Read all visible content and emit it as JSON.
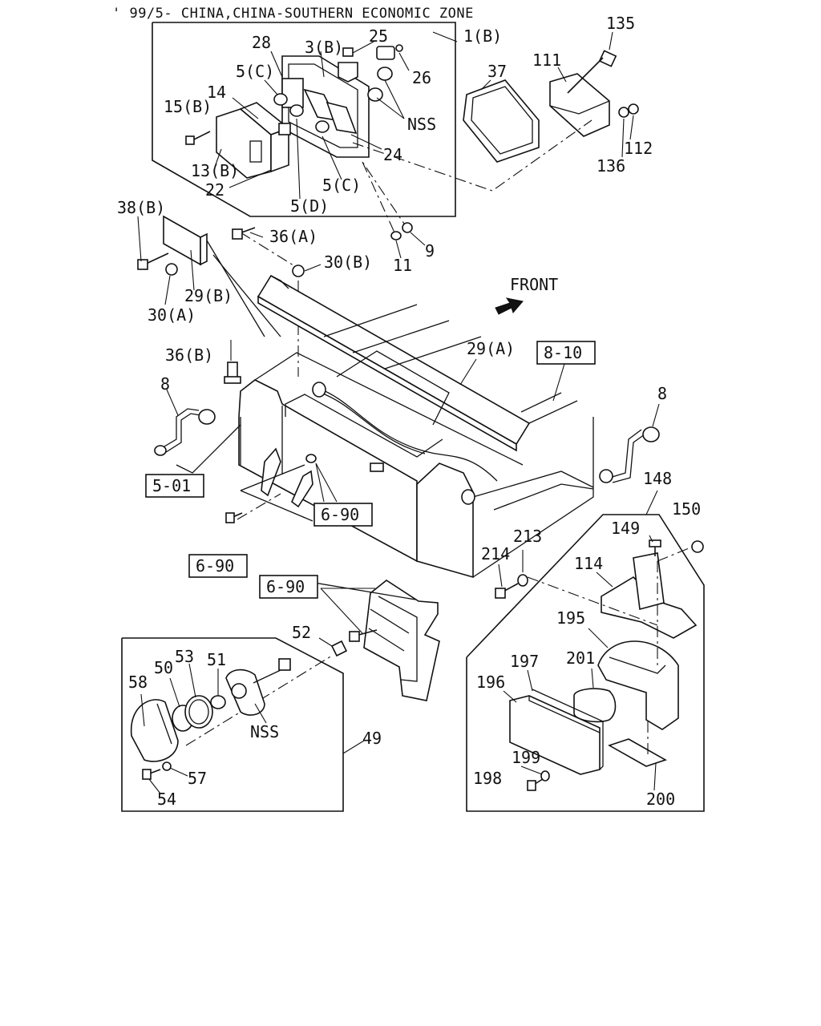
{
  "title": "' 99/5- CHINA,CHINA-SOUTHERN ECONOMIC ZONE",
  "direction_label": "FRONT",
  "part_labels": {
    "p135": "135",
    "p1b": "1(B)",
    "p28": "28",
    "p25": "25",
    "p3b": "3(B)",
    "p26": "26",
    "p5c_a": "5(C)",
    "p14": "14",
    "p15b": "15(B)",
    "nss_top": "NSS",
    "p24": "24",
    "p13b": "13(B)",
    "p22": "22",
    "p5c_b": "5(C)",
    "p5d": "5(D)",
    "p37": "37",
    "p111": "111",
    "p112": "112",
    "p136": "136",
    "p38b": "38(B)",
    "p36a": "36(A)",
    "p30b": "30(B)",
    "p29b": "29(B)",
    "p30a": "30(A)",
    "p11": "11",
    "p9": "9",
    "p29a": "29(A)",
    "p36b": "36(B)",
    "p8_left": "8",
    "p8_right": "8",
    "p148": "148",
    "p150": "150",
    "p149": "149",
    "p213": "213",
    "p214": "214",
    "p114": "114",
    "p195": "195",
    "p52": "52",
    "p53": "53",
    "p51": "51",
    "p58": "58",
    "p50": "50",
    "nss_bottom": "NSS",
    "p57": "57",
    "p54": "54",
    "p49": "49",
    "p197": "197",
    "p201": "201",
    "p196": "196",
    "p199": "199",
    "p198": "198",
    "p200": "200"
  },
  "ref_boxes": {
    "r810": "8-10",
    "r501": "5-01",
    "r690_a": "6-90",
    "r690_b": "6-90",
    "r690_c": "6-90"
  }
}
